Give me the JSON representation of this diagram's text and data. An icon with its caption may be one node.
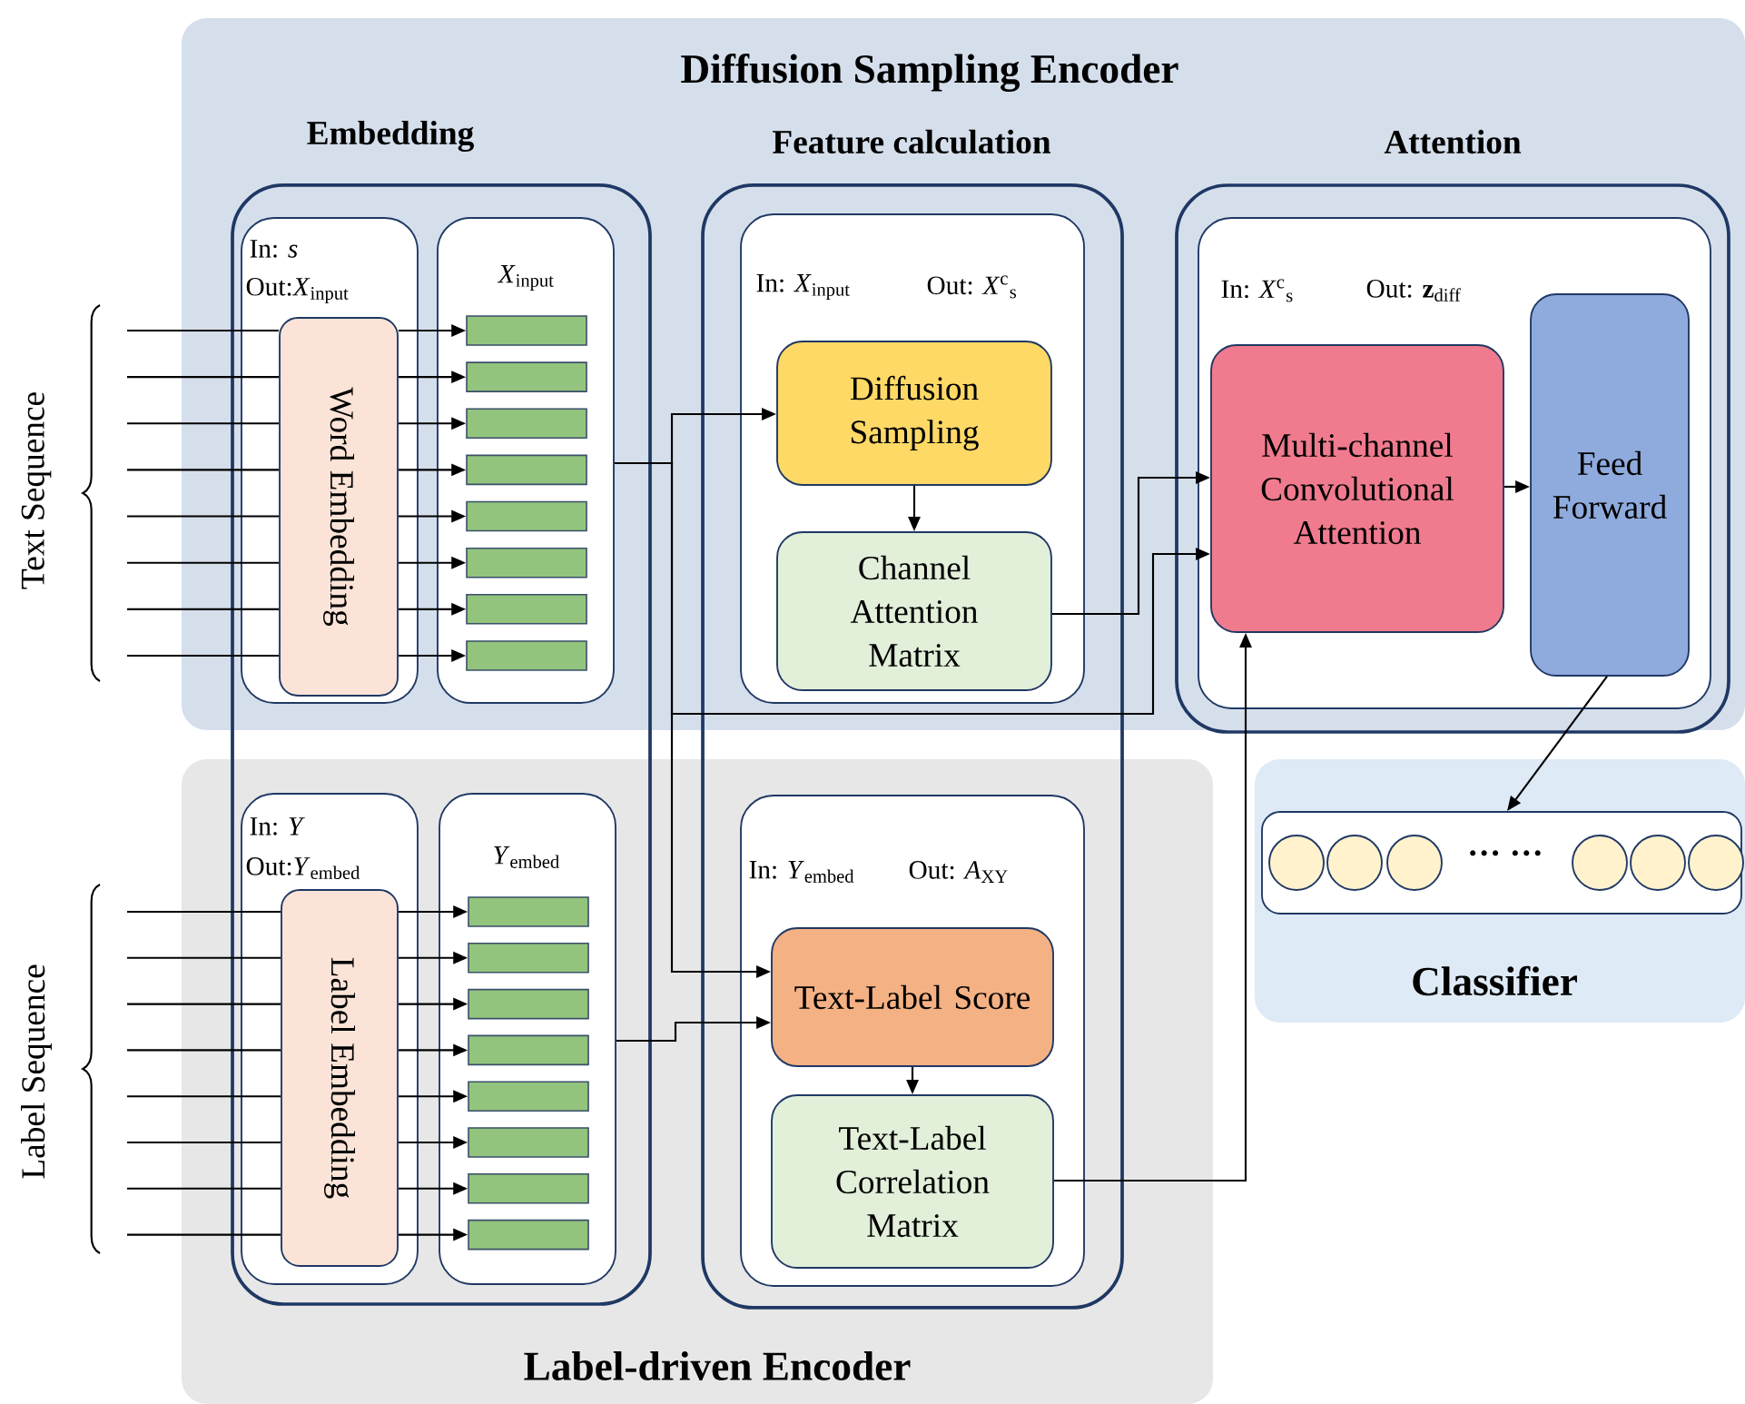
{
  "diagram": {
    "nodes": [
      {
        "text": [
          "Embedding"
        ]
      },
      {
        "text": [
          "Feature calculation"
        ]
      },
      {
        "text": [
          "Attention"
        ]
      },
      {
        "text": [
          "Classifier"
        ]
      },
      {
        "text": [
          "In: *s*",
          "Out:*X*$_{input}$"
        ],
        "in": 0
      },
      {
        "text": [
          "Word Embedding"
        ],
        "in": 4
      },
      {
        "text": [
          "*X*$_{input}$"
        ],
        "in": 0
      },
      {
        "text": [],
        "shape": "bar",
        "in": 6
      },
      {
        "text": [],
        "shape": "bar",
        "in": 6
      },
      {
        "text": [],
        "shape": "bar",
        "in": 6
      },
      {
        "text": [],
        "shape": "bar",
        "in": 6
      },
      {
        "text": [],
        "shape": "bar",
        "in": 6
      },
      {
        "text": [],
        "shape": "bar",
        "in": 6
      },
      {
        "text": [],
        "shape": "bar",
        "in": 6
      },
      {
        "text": [],
        "shape": "bar",
        "in": 6
      },
      {
        "text": [
          "In: *Y*",
          "Out:*Y*$_{embed}$"
        ],
        "in": 0
      },
      {
        "text": [
          "Label Embedding"
        ],
        "in": 15
      },
      {
        "text": [
          "*Y*$_{embed}$"
        ],
        "in": 0
      },
      {
        "text": [],
        "shape": "bar",
        "in": 17
      },
      {
        "text": [],
        "shape": "bar",
        "in": 17
      },
      {
        "text": [],
        "shape": "bar",
        "in": 17
      },
      {
        "text": [],
        "shape": "bar",
        "in": 17
      },
      {
        "text": [],
        "shape": "bar",
        "in": 17
      },
      {
        "text": [],
        "shape": "bar",
        "in": 17
      },
      {
        "text": [],
        "shape": "bar",
        "in": 17
      },
      {
        "text": [],
        "shape": "bar",
        "in": 17
      },
      {
        "text": [
          "In: *X*$_{input}$",
          "Out: *X*$^{c}$$_{s}$"
        ],
        "in": 1
      },
      {
        "text": [
          "Diffusion Sampling"
        ],
        "in": 26
      },
      {
        "text": [
          "Channel Attention Matrix"
        ],
        "in": 26
      },
      {
        "text": [
          "In: *Y*$_{embed}$",
          "Out: *A*$_{XY}$"
        ],
        "in": 1
      },
      {
        "text": [
          "Text-Label Score"
        ],
        "in": 29
      },
      {
        "text": [
          "Text-Label Correlation Matrix"
        ],
        "in": 29
      },
      {
        "text": [
          "In: *X*$^{c}$$_{s}$",
          "Out: **z**$_{diff}$"
        ],
        "in": 2
      },
      {
        "text": [
          "Multi-channel Convolutional Attention"
        ],
        "in": 32
      },
      {
        "text": [
          "Feed Forward"
        ],
        "in": 32
      },
      {
        "text": [],
        "shape": "box",
        "in": 3
      },
      {
        "text": [],
        "shape": "circle",
        "in": 35
      },
      {
        "text": [],
        "shape": "circle",
        "in": 35
      },
      {
        "text": [],
        "shape": "circle",
        "in": 35
      },
      {
        "text": [],
        "shape": "circle",
        "in": 35
      },
      {
        "text": [],
        "shape": "circle",
        "in": 35
      },
      {
        "text": [],
        "shape": "circle",
        "in": 35
      }
    ],
    "edges": [
      {
        "from": null,
        "to": 5,
        "arrow": "none"
      },
      {
        "from": null,
        "to": 5,
        "arrow": "none"
      },
      {
        "from": null,
        "to": 5,
        "arrow": "none"
      },
      {
        "from": null,
        "to": 5,
        "arrow": "none"
      },
      {
        "from": null,
        "to": 5,
        "arrow": "none"
      },
      {
        "from": null,
        "to": 5,
        "arrow": "none"
      },
      {
        "from": null,
        "to": 5,
        "arrow": "none"
      },
      {
        "from": null,
        "to": 5,
        "arrow": "none"
      },
      {
        "from": 5,
        "to": 7,
        "arrow": "to"
      },
      {
        "from": 5,
        "to": 8,
        "arrow": "to"
      },
      {
        "from": 5,
        "to": 9,
        "arrow": "to"
      },
      {
        "from": 5,
        "to": 10,
        "arrow": "to"
      },
      {
        "from": 5,
        "to": 11,
        "arrow": "to"
      },
      {
        "from": 5,
        "to": 12,
        "arrow": "to"
      },
      {
        "from": 5,
        "to": 13,
        "arrow": "to"
      },
      {
        "from": 5,
        "to": 14,
        "arrow": "to"
      },
      {
        "from": null,
        "to": 16,
        "arrow": "none"
      },
      {
        "from": null,
        "to": 16,
        "arrow": "none"
      },
      {
        "from": null,
        "to": 16,
        "arrow": "none"
      },
      {
        "from": null,
        "to": 16,
        "arrow": "none"
      },
      {
        "from": null,
        "to": 16,
        "arrow": "none"
      },
      {
        "from": null,
        "to": 16,
        "arrow": "none"
      },
      {
        "from": null,
        "to": 16,
        "arrow": "none"
      },
      {
        "from": null,
        "to": 16,
        "arrow": "none"
      },
      {
        "from": 16,
        "to": 18,
        "arrow": "to"
      },
      {
        "from": 16,
        "to": 19,
        "arrow": "to"
      },
      {
        "from": 16,
        "to": 20,
        "arrow": "to"
      },
      {
        "from": 16,
        "to": 21,
        "arrow": "to"
      },
      {
        "from": 16,
        "to": 22,
        "arrow": "to"
      },
      {
        "from": 16,
        "to": 23,
        "arrow": "to"
      },
      {
        "from": 16,
        "to": 24,
        "arrow": "to"
      },
      {
        "from": 16,
        "to": 25,
        "arrow": "to"
      },
      {
        "from": 6,
        "to": 27,
        "arrow": "to"
      },
      {
        "from": 6,
        "to": 30,
        "arrow": "to"
      },
      {
        "from": 6,
        "to": 33,
        "arrow": "to"
      },
      {
        "from": 17,
        "to": 30,
        "arrow": "to"
      },
      {
        "from": 27,
        "to": 28,
        "arrow": "to"
      },
      {
        "from": 28,
        "to": 33,
        "arrow": "to"
      },
      {
        "from": 30,
        "to": 31,
        "arrow": "to"
      },
      {
        "from": 31,
        "to": 33,
        "arrow": "to"
      },
      {
        "from": 33,
        "to": 34,
        "arrow": "to"
      },
      {
        "from": 34,
        "to": 35,
        "arrow": "to"
      }
    ],
    "labels": [
      "Diffusion Sampling Encoder",
      "Label-driven Encoder",
      "Text Sequence",
      "Label Sequence",
      "··· ···"
    ]
  }
}
